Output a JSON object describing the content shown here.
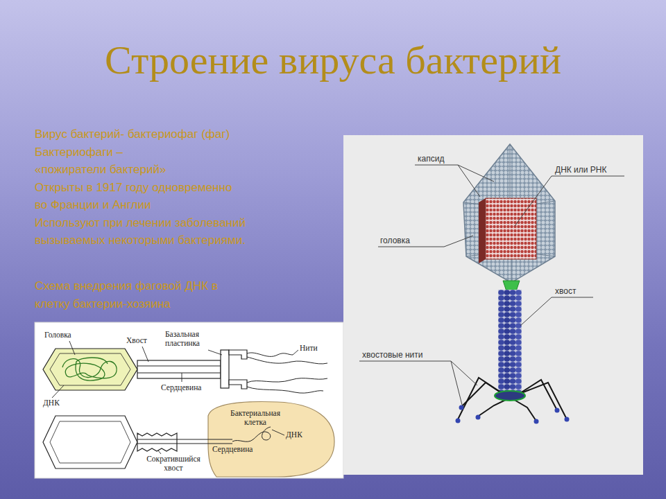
{
  "diagram": {
    "title": "Строение вируса бактерий",
    "labels": [
      "Вирус бактерий- бактериофаг (фаг)",
      "Бактериофаги – «пожиратели бактерий»",
      "Открыты в 1917 году одновременно во Франции и Англии",
      "Используют при лечении заболеваний вызываемых некоторыми бактериями.",
      "Схема внедрения фаговой ДНК в клетку бактерии-хозяина",
      "капсид",
      "ДНК или РНК",
      "головка",
      "хвост",
      "хвостовые нити",
      "Головка",
      "Хвост",
      "Базальная пластинка",
      "Нити",
      "Сердцевина",
      "ДНК",
      "Бактериальная клетка",
      "ДНК",
      "Сердцевина",
      "Сократившийся хвост"
    ]
  }
}
